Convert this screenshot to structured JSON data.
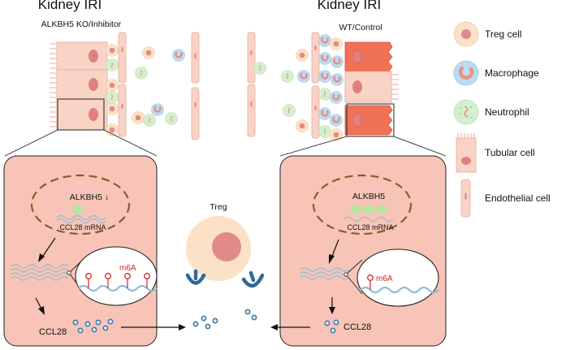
{
  "left_panel": {
    "title": "Kidney IRI",
    "condition": "ALKBH5 KO/Inhibitor",
    "gene_label": "ALKBH5 ↓",
    "mrna_label": "CCL28 mRNA",
    "mark_label": "m6A",
    "chemokine_label": "CCL28"
  },
  "right_panel": {
    "title": "Kidney IRI",
    "condition": "WT/Control",
    "gene_label": "ALKBH5",
    "mrna_label": "CCL28 mRNA",
    "mark_label": "m6A",
    "chemokine_label": "CCL28"
  },
  "center": {
    "cell_label": "Treg"
  },
  "legend": [
    {
      "label": "Treg cell",
      "icon": "treg-cell-icon"
    },
    {
      "label": "Macrophage",
      "icon": "macrophage-icon"
    },
    {
      "label": "Neutrophil",
      "icon": "neutrophil-icon"
    },
    {
      "label": "Tubular cell",
      "icon": "tubular-cell-icon"
    },
    {
      "label": "Endothelial cell",
      "icon": "endothelial-cell-icon"
    }
  ],
  "colors": {
    "panel_fill": "#f8c4b7",
    "tubular_fill": "#f9d3c6",
    "tubular_injured": "#f07155",
    "treg_outer": "#fbe2c6",
    "treg_nucleus": "#e08a8a",
    "macrophage_outer": "#bcdcf2",
    "macrophage_inner": "#e69289",
    "neutrophil_outer": "#d6efcf",
    "nucleus_dashes": "#8b5a2b",
    "mrna_wave": "#8fbad8",
    "ccl28_dots": "#3c7fae",
    "receptor": "#2f6a96",
    "m6a_red": "#d8202a"
  }
}
